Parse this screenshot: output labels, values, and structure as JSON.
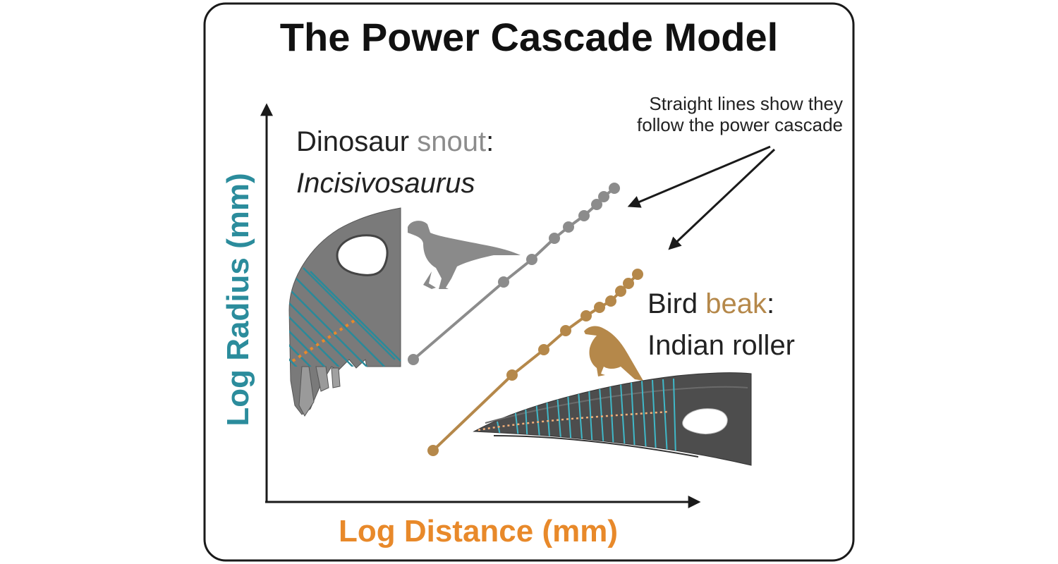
{
  "title": "The Power Cascade Model",
  "axes": {
    "x_label": "Log Distance (mm)",
    "y_label": "Log Radius (mm)"
  },
  "dinosaur": {
    "label_prefix": "Dinosaur ",
    "label_highlight": "snout",
    "label_suffix": ":",
    "species": "Incisivosaurus"
  },
  "bird": {
    "label_prefix": "Bird ",
    "label_highlight": "beak",
    "label_suffix": ":",
    "species": "Indian roller"
  },
  "annotation": {
    "line1": "Straight lines show they",
    "line2": "follow the power cascade"
  },
  "colors": {
    "frame": "#1a1a1a",
    "axis": "#1a1a1a",
    "y_label": "#2b8c9c",
    "x_label": "#e8892a",
    "dino_series": "#8c8c8c",
    "bird_series": "#b5884a",
    "skull": "#7a7a7a",
    "beak": "#4a4a4a",
    "stripe": "#2a8a9a",
    "midline": "#e8892a"
  }
}
